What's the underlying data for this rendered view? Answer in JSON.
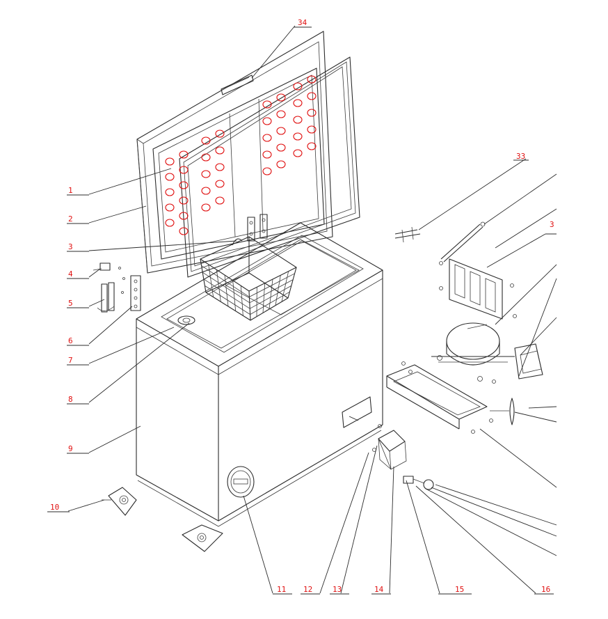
{
  "colors": {
    "label": "#e01010",
    "line": "#2b2b2b",
    "background": "#ffffff"
  },
  "labels": [
    {
      "id": "1",
      "text": "1"
    },
    {
      "id": "2",
      "text": "2"
    },
    {
      "id": "3",
      "text": "3"
    },
    {
      "id": "4",
      "text": "4"
    },
    {
      "id": "5",
      "text": "5"
    },
    {
      "id": "6",
      "text": "6"
    },
    {
      "id": "7",
      "text": "7"
    },
    {
      "id": "8",
      "text": "8"
    },
    {
      "id": "9",
      "text": "9"
    },
    {
      "id": "10",
      "text": "10"
    },
    {
      "id": "11",
      "text": "11"
    },
    {
      "id": "12",
      "text": "12"
    },
    {
      "id": "13",
      "text": "13"
    },
    {
      "id": "14",
      "text": "14"
    },
    {
      "id": "15",
      "text": "15"
    },
    {
      "id": "16",
      "text": "16"
    },
    {
      "id": "33",
      "text": "33"
    },
    {
      "id": "34",
      "text": "34"
    },
    {
      "id": "3b",
      "text": "3"
    }
  ]
}
